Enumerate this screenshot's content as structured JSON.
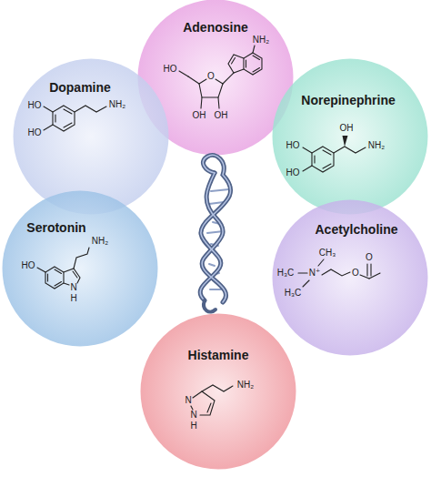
{
  "diagram": {
    "nodes": [
      {
        "text": [
          "Adenosine"
        ]
      },
      {
        "text": [
          "Dopamine"
        ]
      },
      {
        "text": [
          "Norepinephrine"
        ]
      },
      {
        "text": [
          "Serotonin"
        ]
      },
      {
        "text": [
          "Acetylcholine"
        ]
      },
      {
        "text": [
          "Histamine"
        ]
      }
    ],
    "labels": [
      "NH₂",
      "O",
      "HO",
      "OH",
      "OH",
      "HO",
      "HO",
      "NH₂",
      "OH",
      "HO",
      "HO",
      "NH₂",
      "NH₂",
      "HO",
      "N",
      "H",
      "N",
      "N",
      "H",
      "NH₂",
      "CH₃",
      "H₃C",
      "N⁺",
      "H₃C",
      "O",
      "O"
    ]
  }
}
